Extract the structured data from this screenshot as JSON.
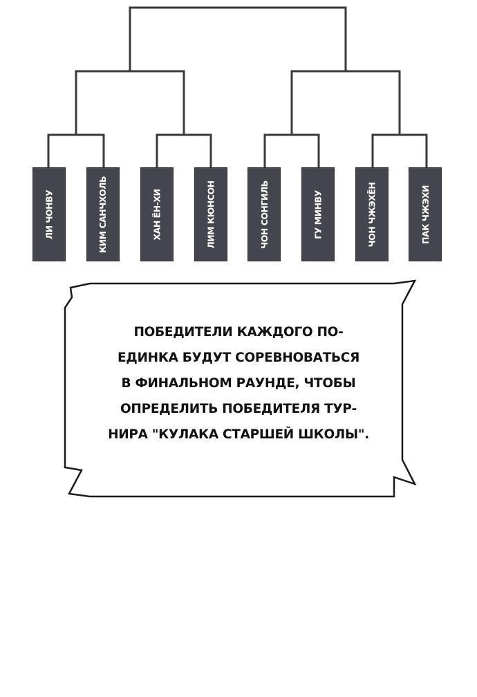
{
  "bracket": {
    "players": [
      "ЛИ ЧОНВУ",
      "КИМ САНЧХОЛЬ",
      "ХАН ЁН-ХИ",
      "ЛИМ КЮНСОН",
      "ЧОН СОНГИЛЬ",
      "ГУ МИНВУ",
      "ЧОН ЧЖЭХЁН",
      "ПАК ЧЖЭХИ"
    ],
    "line_color": "#3a3a3a",
    "box_color": "#45454d"
  },
  "speech": {
    "lines": [
      "ПОБЕДИТЕЛИ КАЖДОГО ПО-",
      "ЕДИНКА БУДУТ СОРЕВНОВАТЬСЯ",
      "В ФИНАЛЬНОМ РАУНДЕ, ЧТОБЫ",
      "ОПРЕДЕЛИТЬ ПОБЕДИТЕЛЯ ТУР-",
      "НИРА \"КУЛАКА СТАРШЕЙ ШКОЛЫ\"."
    ]
  }
}
